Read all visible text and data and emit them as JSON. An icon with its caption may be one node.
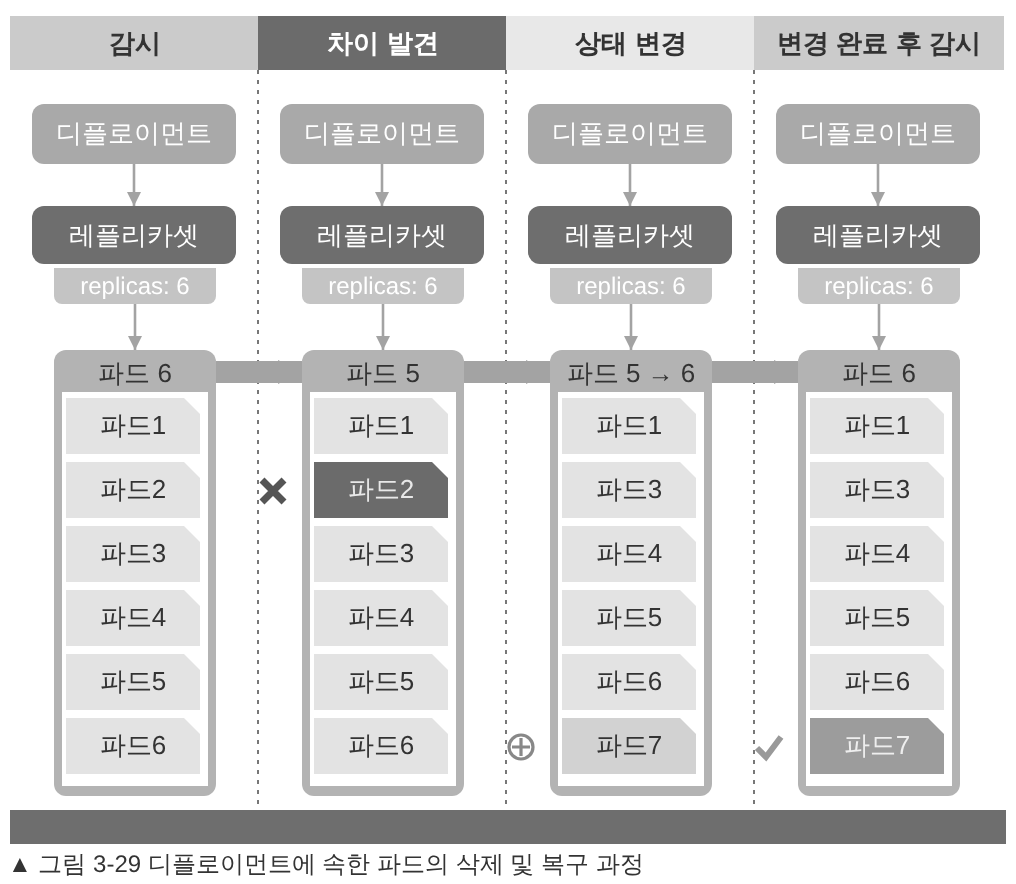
{
  "diagram": {
    "caption": "▲ 그림 3-29 디플로이먼트에 속한 파드의 삭제 및 복구 과정",
    "nodes": [
      {
        "text": [
          "감시"
        ]
      },
      {
        "text": [
          "디플로이먼트"
        ]
      },
      {
        "text": [
          "레플리카셋"
        ]
      },
      {
        "text": [
          "replicas: 6"
        ]
      },
      {
        "text": [
          "파드 6"
        ]
      },
      {
        "text": [
          "파드1"
        ],
        "in": 4
      },
      {
        "text": [
          "파드2"
        ],
        "in": 4
      },
      {
        "text": [
          "파드3"
        ],
        "in": 4
      },
      {
        "text": [
          "파드4"
        ],
        "in": 4
      },
      {
        "text": [
          "파드5"
        ],
        "in": 4
      },
      {
        "text": [
          "파드6"
        ],
        "in": 4
      },
      {
        "text": [
          "차이 발견"
        ]
      },
      {
        "text": [
          "디플로이먼트"
        ]
      },
      {
        "text": [
          "레플리카셋"
        ]
      },
      {
        "text": [
          "replicas: 6"
        ]
      },
      {
        "text": [
          "파드 5"
        ]
      },
      {
        "text": [
          "파드1"
        ],
        "in": 15
      },
      {
        "text": [
          "파드2"
        ],
        "in": 15
      },
      {
        "text": [
          "파드3"
        ],
        "in": 15
      },
      {
        "text": [
          "파드4"
        ],
        "in": 15
      },
      {
        "text": [
          "파드5"
        ],
        "in": 15
      },
      {
        "text": [
          "파드6"
        ],
        "in": 15
      },
      {
        "text": [
          "상태 변경"
        ]
      },
      {
        "text": [
          "디플로이먼트"
        ]
      },
      {
        "text": [
          "레플리카셋"
        ]
      },
      {
        "text": [
          "replicas: 6"
        ]
      },
      {
        "text": [
          "파드 5 → 6"
        ]
      },
      {
        "text": [
          "파드1"
        ],
        "in": 26
      },
      {
        "text": [
          "파드3"
        ],
        "in": 26
      },
      {
        "text": [
          "파드4"
        ],
        "in": 26
      },
      {
        "text": [
          "파드5"
        ],
        "in": 26
      },
      {
        "text": [
          "파드6"
        ],
        "in": 26
      },
      {
        "text": [
          "파드7"
        ],
        "in": 26
      },
      {
        "text": [
          "변경 완료 후 감시"
        ]
      },
      {
        "text": [
          "디플로이먼트"
        ]
      },
      {
        "text": [
          "레플리카셋"
        ]
      },
      {
        "text": [
          "replicas: 6"
        ]
      },
      {
        "text": [
          "파드 6"
        ]
      },
      {
        "text": [
          "파드1"
        ],
        "in": 37
      },
      {
        "text": [
          "파드3"
        ],
        "in": 37
      },
      {
        "text": [
          "파드4"
        ],
        "in": 37
      },
      {
        "text": [
          "파드5"
        ],
        "in": 37
      },
      {
        "text": [
          "파드6"
        ],
        "in": 37
      },
      {
        "text": [
          "파드7"
        ],
        "in": 37
      }
    ],
    "edges": [
      {
        "from": 1,
        "to": 2,
        "arrow": "to"
      },
      {
        "from": 3,
        "to": 4,
        "arrow": "to"
      },
      {
        "from": 12,
        "to": 13,
        "arrow": "to"
      },
      {
        "from": 14,
        "to": 15,
        "arrow": "to"
      },
      {
        "from": 23,
        "to": 24,
        "arrow": "to"
      },
      {
        "from": 25,
        "to": 26,
        "arrow": "to"
      },
      {
        "from": 34,
        "to": 35,
        "arrow": "to"
      },
      {
        "from": 36,
        "to": 37,
        "arrow": "to"
      },
      {
        "from": 4,
        "to": 15,
        "arrow": "to",
        "style": "thick"
      },
      {
        "from": 15,
        "to": 26,
        "arrow": "to",
        "style": "thick"
      },
      {
        "from": 26,
        "to": 37,
        "arrow": "to",
        "style": "thick"
      }
    ]
  }
}
